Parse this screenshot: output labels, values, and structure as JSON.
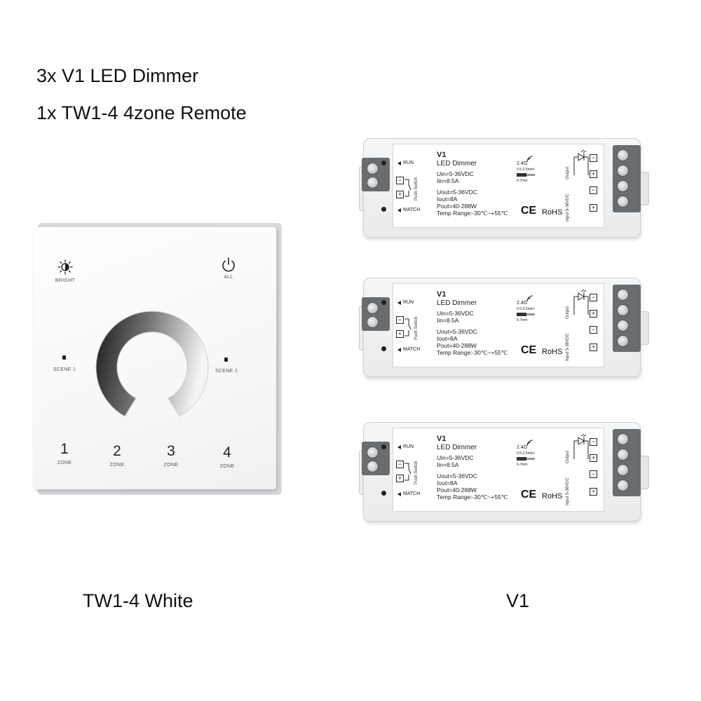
{
  "header": {
    "line1": "3x V1 LED Dimmer",
    "line2": "1x TW1-4 4zone Remote"
  },
  "captions": {
    "left": "TW1-4 White",
    "right": "V1"
  },
  "panel": {
    "bright_label": "BRIGHT",
    "all_label": "ALL",
    "scene1_label": "SCENE 1",
    "scene2_label": "SCENE 2",
    "zones": [
      {
        "number": "1",
        "label": "ZONE"
      },
      {
        "number": "2",
        "label": "ZONE"
      },
      {
        "number": "3",
        "label": "ZONE"
      },
      {
        "number": "4",
        "label": "ZONE"
      }
    ]
  },
  "controller": {
    "model": "V1",
    "name": "LED Dimmer",
    "run_label": "RUN",
    "match_label": "MATCH",
    "push_switch_label": "Push Switch",
    "minus": "−",
    "plus": "+",
    "uin": "Uin=5-36VDC",
    "iin": "Iin=8.5A",
    "uout": "Uout=5-36VDC",
    "iout": "Iout=8A",
    "pout": "Pout=40-288W",
    "temp": "Temp Range:-30℃~+55℃",
    "freq": "2.4G",
    "wire_gauge": "0.5-2.5mm²",
    "strip_length": "6-7mm",
    "ce": "CE",
    "rohs": "RoHS",
    "output_label": "Output",
    "input_label": "Input 5-36VDC"
  },
  "colors": {
    "text": "#111111",
    "housing": "#eceef0",
    "terminal": "#6a6d70"
  }
}
